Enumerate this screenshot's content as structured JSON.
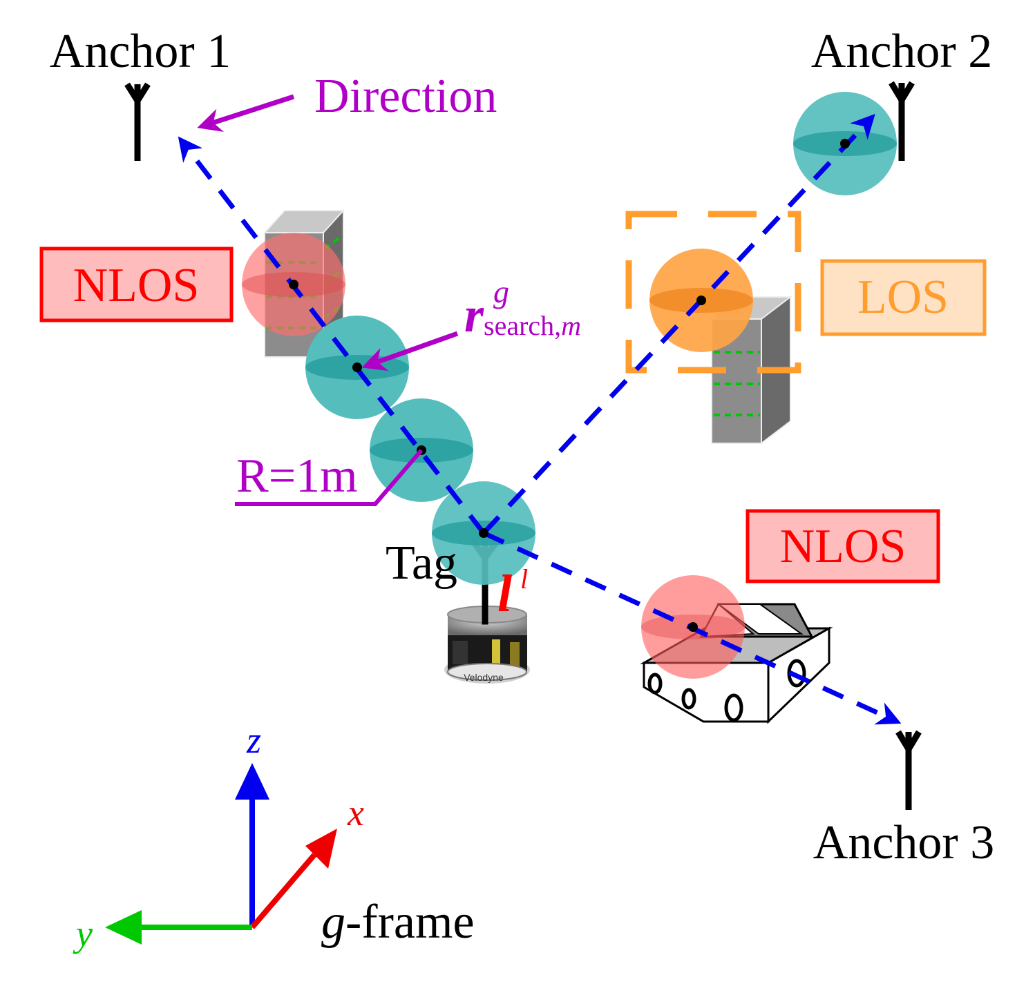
{
  "labels": {
    "anchor1": "Anchor 1",
    "anchor2": "Anchor 2",
    "anchor3": "Anchor 3",
    "direction": "Direction",
    "nlos_left": "NLOS",
    "nlos_right": "NLOS",
    "los": "LOS",
    "r_symbol": "r",
    "r_superscript": "g",
    "r_subscript_text": "search,",
    "r_subscript_m": "m",
    "radius": "R=1m",
    "tag": "Tag",
    "l_symbol": "l",
    "l_superscript": "l",
    "lidar_brand": "Velodyne",
    "axis_z": "z",
    "axis_x": "x",
    "axis_y": "y",
    "frame_italic": "g",
    "frame_rest": "-frame"
  },
  "colors": {
    "ray": "#0000ee",
    "annotation": "#b000c8",
    "nlos": "#ff0000",
    "nlos_fill": "#ffbcbc",
    "los": "#ff9d2e",
    "los_fill": "#ffe1c4",
    "search_sphere": "#56bdbd",
    "nlos_sphere": "#ff7b7b",
    "los_sphere": "#ffa445",
    "axis_z": "#0000ee",
    "axis_x": "#ee0000",
    "axis_y": "#00c800",
    "building": "#8c8c8c"
  }
}
